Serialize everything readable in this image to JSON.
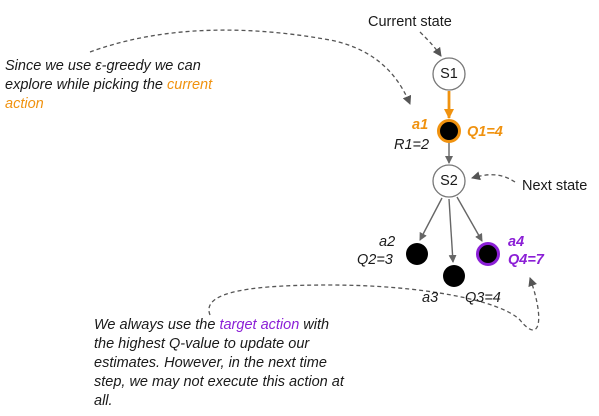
{
  "labels": {
    "current_state": "Current state",
    "next_state": "Next state",
    "s1": "S1",
    "s2": "S2",
    "a1": "a1",
    "q1": "Q1=4",
    "r1": "R1=2",
    "a2": "a2",
    "q2": "Q2=3",
    "a3": "a3",
    "q3": "Q3=4",
    "a4": "a4",
    "q4": "Q4=7"
  },
  "note_top": {
    "line1": "Since we use ε-greedy we can",
    "line2_plain": "explore while picking the ",
    "line2_highlight": "current",
    "line3_highlight": "action"
  },
  "note_bottom": {
    "line1_plain": "We always use the ",
    "line1_highlight": "target action",
    "line1_tail": " with",
    "line2": "the highest Q-value to update our",
    "line3": "estimates. However, in the next time",
    "line4": "step, we may not execute this action at",
    "line5": "all."
  },
  "colors": {
    "current_action": "#f0920f",
    "target_action": "#8b1fd6",
    "action_node": "#000000",
    "edge": "#666666",
    "dashed_arrow": "#555555"
  }
}
